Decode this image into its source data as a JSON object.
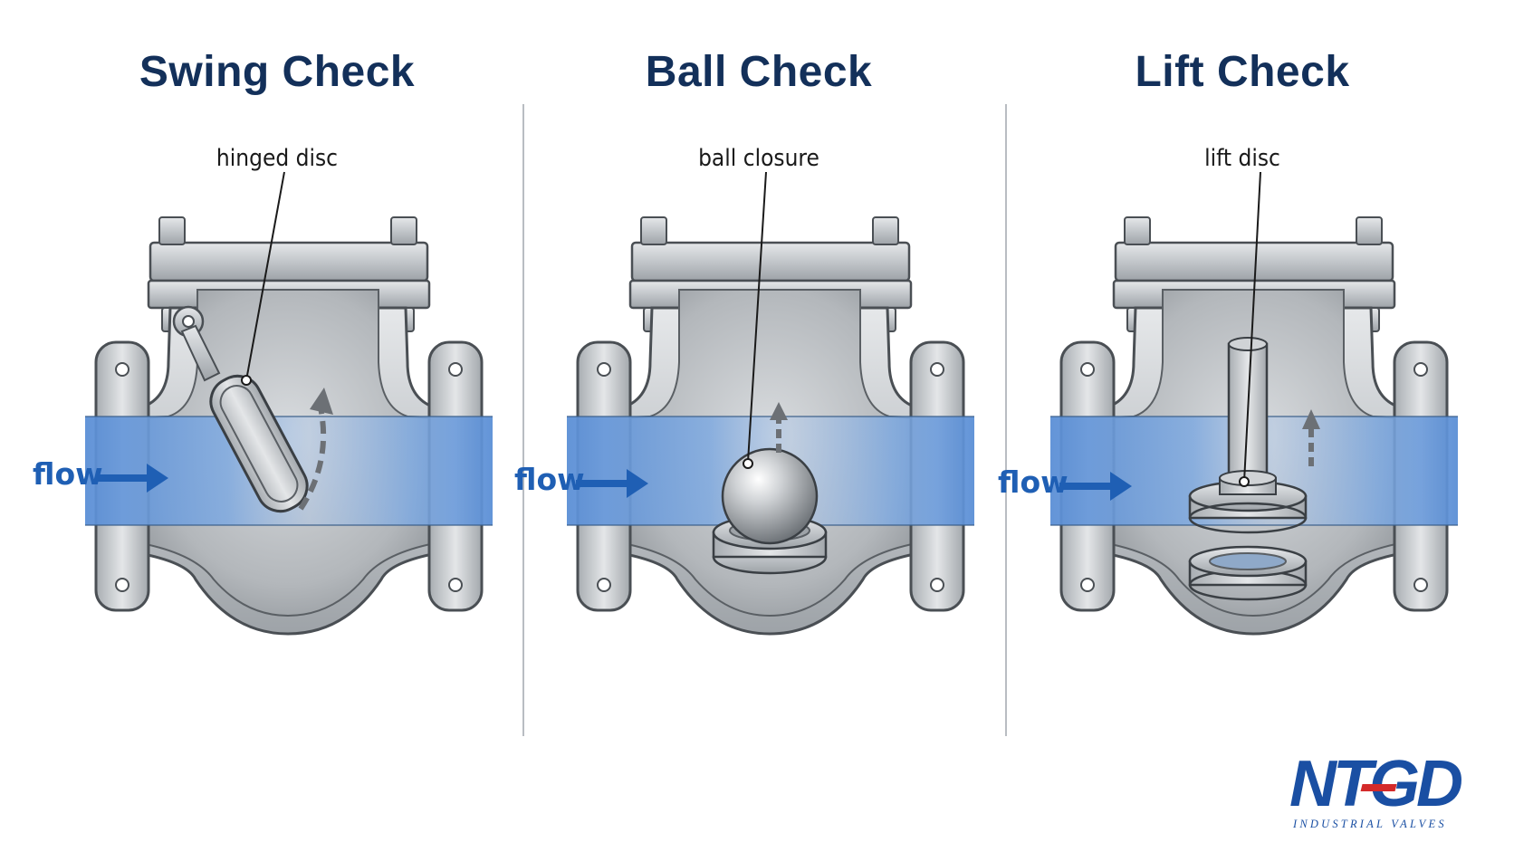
{
  "panels": [
    {
      "title": "Swing Check",
      "callout": "hinged disc",
      "flow_label": "flow"
    },
    {
      "title": "Ball Check",
      "callout": "ball closure",
      "flow_label": "flow"
    },
    {
      "title": "Lift Check",
      "callout": "lift disc",
      "flow_label": "flow"
    }
  ],
  "logo": {
    "text": "NTGD",
    "tagline": "INDUSTRIAL VALVES",
    "colors": {
      "primary": "#1a4fa3",
      "accent": "#d42a2a"
    }
  },
  "colors": {
    "title": "#13305a",
    "flow": "#1f5fb4",
    "steel": "#c4c8cc",
    "divider": "#b9bdc2"
  }
}
